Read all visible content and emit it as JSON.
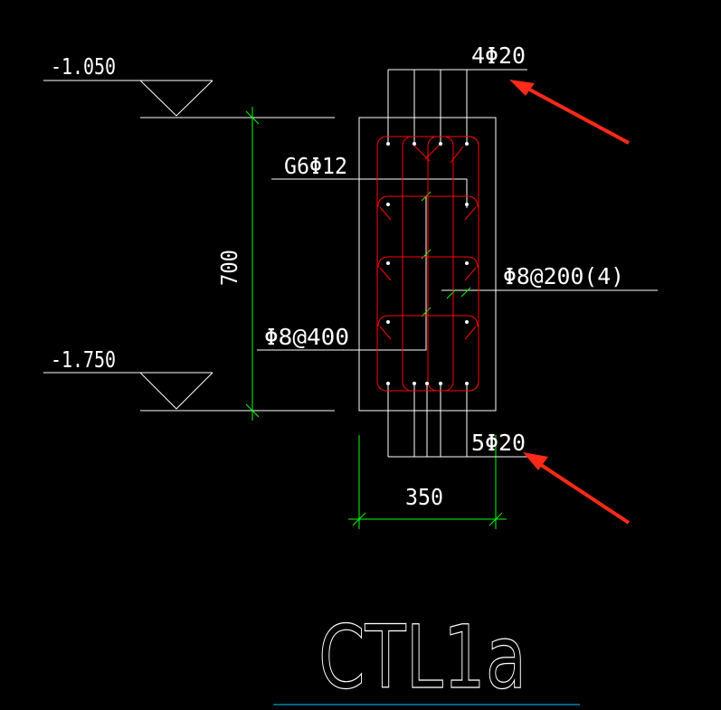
{
  "drawing": {
    "title": "CTL1a",
    "levels": {
      "top": "-1.050",
      "bottom": "-1.750"
    },
    "dimensions": {
      "height": "700",
      "width": "350"
    },
    "rebar": {
      "top": "4Φ20",
      "side": "G6Φ12",
      "stirrup": "Φ8@200(4)",
      "tie": "Φ8@400",
      "bottom": "5Φ20"
    }
  },
  "colors": {
    "background": "#000000",
    "lines": "#ffffff",
    "dimension": "#00ff00",
    "rebar": "#ff0000",
    "annotation_arrow": "#ff2a1a",
    "title_underline": "#00c8ff"
  }
}
